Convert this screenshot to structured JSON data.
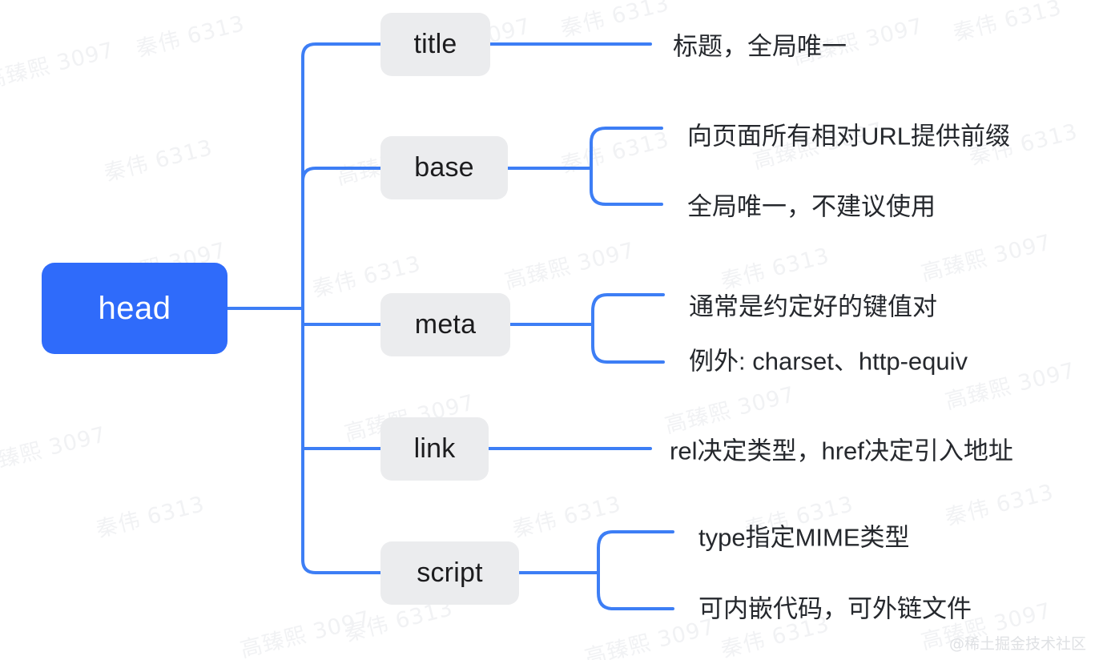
{
  "diagram": {
    "type": "mind-map",
    "title": "head",
    "colors": {
      "root_fill": "#2f6bfa",
      "root_text": "#ffffff",
      "node_fill": "#ebecee",
      "node_text": "#1c1c1e",
      "link_stroke": "#3d7ef5",
      "leaf_text": "#25282d",
      "background": "#ffffff",
      "watermark": "#f1f2f4"
    },
    "root": {
      "label": "head"
    },
    "branches": [
      {
        "label": "title",
        "leaves": [
          "标题，全局唯一"
        ]
      },
      {
        "label": "base",
        "leaves": [
          "向页面所有相对URL提供前缀",
          "全局唯一，不建议使用"
        ]
      },
      {
        "label": "meta",
        "leaves": [
          "通常是约定好的键值对",
          "例外: charset、http-equiv"
        ]
      },
      {
        "label": "link",
        "leaves": [
          "rel决定类型，href决定引入地址"
        ]
      },
      {
        "label": "script",
        "leaves": [
          "type指定MIME类型",
          "可内嵌代码，可外链文件"
        ]
      }
    ]
  },
  "watermarks": {
    "names": [
      "高臻熙 3097",
      "秦伟 6313"
    ],
    "attribution": "@稀土掘金技术社区"
  }
}
